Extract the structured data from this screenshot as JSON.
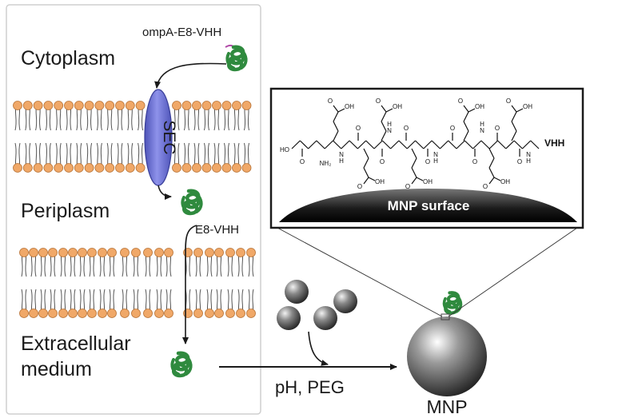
{
  "compartments": {
    "cytoplasm": "Cytoplasm",
    "periplasm": "Periplasm",
    "extracellular_line1": "Extracellular",
    "extracellular_line2": "medium"
  },
  "proteins": {
    "precursor": "ompA-E8-VHH",
    "mature": "E8-VHH"
  },
  "transporter": {
    "label": "SEC"
  },
  "reaction": {
    "conditions": "pH, PEG"
  },
  "particle": {
    "label": "MNP"
  },
  "inset": {
    "surface_label": "MNP surface",
    "terminal_group": "VHH",
    "atom_oh": "OH",
    "atom_ho": "HO",
    "atom_o": "O",
    "atom_h": "H",
    "atom_n": "N",
    "atom_nh2": "NH₂"
  },
  "colors": {
    "lipid_head": "#f0a868",
    "lipid_head_stroke": "#b87336",
    "sec_fill": "#6f74d6",
    "protein": "#2f8a3e",
    "sphere_dark": "#1a1a1a",
    "frame": "#cfcfcf"
  }
}
